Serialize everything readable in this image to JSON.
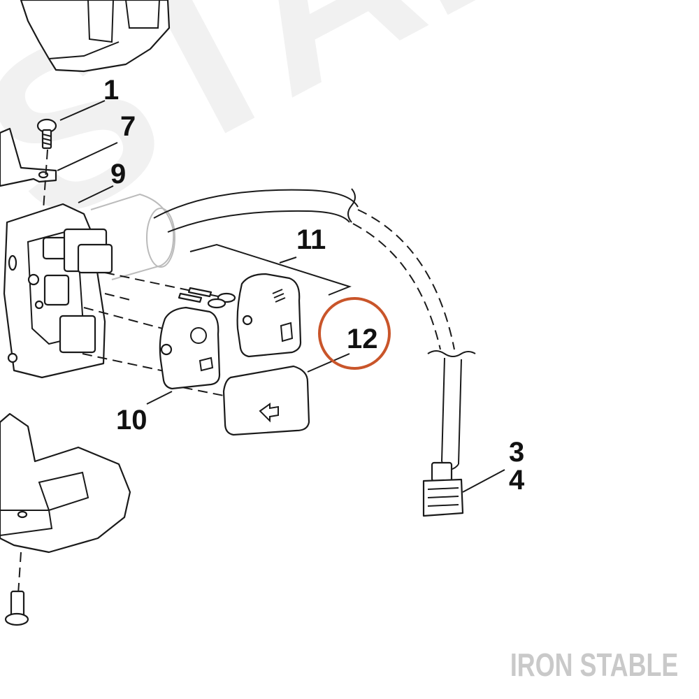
{
  "watermark": {
    "text": "STABLE"
  },
  "brand": {
    "text": "IRON STABLE"
  },
  "highlight": {
    "color": "#c9552a",
    "target": "12"
  },
  "callouts": [
    {
      "id": "c1",
      "label": "1"
    },
    {
      "id": "c7",
      "label": "7"
    },
    {
      "id": "c9",
      "label": "9"
    },
    {
      "id": "c11",
      "label": "11"
    },
    {
      "id": "c12",
      "label": "12"
    },
    {
      "id": "c10",
      "label": "10"
    },
    {
      "id": "c3",
      "label": "3"
    },
    {
      "id": "c4",
      "label": "4"
    }
  ]
}
